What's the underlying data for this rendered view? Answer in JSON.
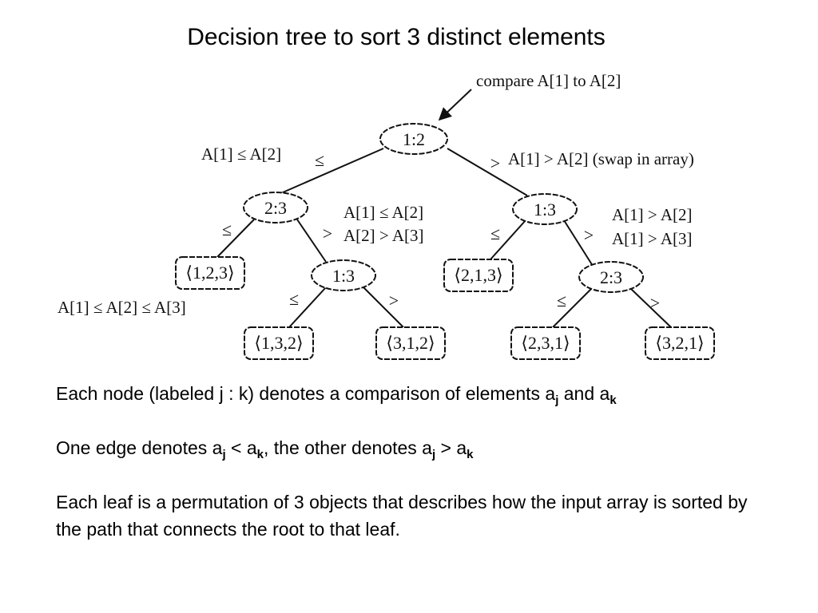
{
  "title": "Decision tree to sort 3 distinct elements",
  "tree": {
    "root_annotation": "compare A[1] to A[2]",
    "nodes": [
      {
        "id": "n12",
        "label": "1:2"
      },
      {
        "id": "n23a",
        "label": "2:3"
      },
      {
        "id": "n13a",
        "label": "1:3"
      },
      {
        "id": "n13b",
        "label": "1:3"
      },
      {
        "id": "n23b",
        "label": "2:3"
      }
    ],
    "leaves": [
      {
        "id": "l123",
        "label": "⟨1,2,3⟩"
      },
      {
        "id": "l213",
        "label": "⟨2,1,3⟩"
      },
      {
        "id": "l132",
        "label": "⟨1,3,2⟩"
      },
      {
        "id": "l312",
        "label": "⟨3,1,2⟩"
      },
      {
        "id": "l231",
        "label": "⟨2,3,1⟩"
      },
      {
        "id": "l321",
        "label": "⟨3,2,1⟩"
      }
    ],
    "edge_symbols": {
      "le": "≤",
      "gt": ">"
    },
    "annotations": {
      "root_left": "A[1] ≤ A[2]",
      "root_right": "A[1] > A[2] (swap in array)",
      "mid_left_1": "A[1] ≤ A[2]",
      "mid_left_2": "A[2] > A[3]",
      "mid_right_1": "A[1] > A[2]",
      "mid_right_2": "A[1] > A[3]",
      "sorted_path": "A[1] ≤ A[2] ≤ A[3]"
    }
  },
  "description": {
    "line1": {
      "pre": "Each node (labeled j : k) denotes a comparison of elements a",
      "sub1": "j",
      "mid": " and a",
      "sub2": "k"
    },
    "line2": {
      "pre": "One edge denotes a",
      "sub1": "j",
      "op": " < a",
      "sub2": "k",
      "mid": ", the other denotes a",
      "sub3": "j",
      "op2": " > a",
      "sub4": "k"
    },
    "line3": "Each leaf is a permutation of 3 objects that describes how the input array is sorted by the path that connects the root to that leaf."
  }
}
